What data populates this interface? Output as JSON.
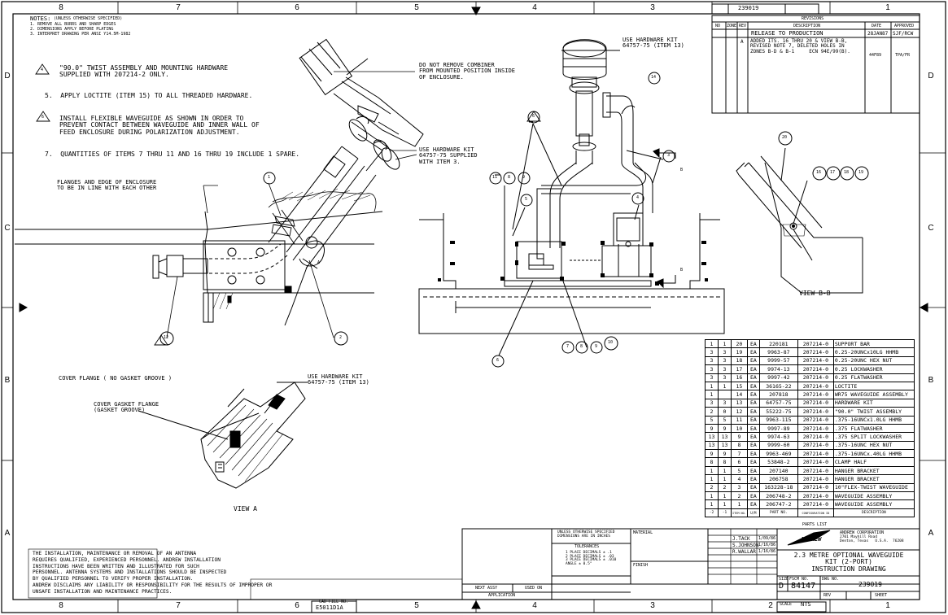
{
  "drawing_number": "239019",
  "zones_top": [
    "8",
    "7",
    "6",
    "5",
    "4",
    "3",
    "2",
    "1"
  ],
  "zones_side": [
    "D",
    "C",
    "B",
    "A"
  ],
  "notes": {
    "header": "NOTES:",
    "header_sub": "(UNLESS OTHERWISE SPECIFIED)",
    "std": [
      "1. REMOVE ALL BURRS AND SHARP EDGES",
      "2. DIMENSIONS APPLY BEFORE PLATING",
      "3. INTERPRET DRAWING PER ANSI Y14.5M-1982"
    ],
    "n4": "\"90.0\" TWIST ASSEMBLY AND MOUNTING HARDWARE\nSUPPLIED WITH 207214-2 ONLY.",
    "n4_num": "4",
    "n5": "5.  APPLY LOCTITE (ITEM 15) TO ALL THREADED HARDWARE.",
    "n6": "INSTALL FLEXIBLE WAVEGUIDE AS SHOWN IN ORDER TO\nPREVENT CONTACT BETWEEN WAVEGUIDE AND INNER WALL OF\nFEED ENCLOSURE DURING POLARIZATION ADJUSTMENT.",
    "n6_num": "6",
    "n7": "7.  QUANTITIES OF ITEMS 7 THRU 11 AND 16 THRU 19 INCLUDE 1 SPARE."
  },
  "callouts": {
    "combiner": "DO NOT REMOVE COMBINER\nFROM MOUNTED POSITION INSIDE\nOF ENCLOSURE.",
    "hw_kit_left": "USE HARDWARE KIT\n64757-75 SUPPLIED\nWITH ITEM 3.",
    "flanges": "FLANGES AND EDGE OF ENCLOSURE\nTO BE IN LINE WITH EACH OTHER",
    "hw_kit_top": "USE HARDWARE KIT\n64757-75 (ITEM 13)",
    "cover_flange": "COVER FLANGE ( NO GASKET GROOVE )",
    "hw_kit_viewa": "USE HARDWARE KIT\n64757-75 (ITEM 13)",
    "cover_gasket": "COVER GASKET FLANGE\n(GASKET GROOVE)",
    "view_a": "VIEW A",
    "view_bb": "VIEW B-B",
    "a_mark": "A",
    "b_mark": "B"
  },
  "balloons": [
    "1",
    "2",
    "3",
    "4",
    "5",
    "6",
    "7",
    "8",
    "9",
    "10",
    "11",
    "12",
    "14",
    "16",
    "17",
    "18",
    "19",
    "20"
  ],
  "revisions": {
    "title": "REVISIONS",
    "headers": [
      "NO",
      "ZONE",
      "REV",
      "DESCRIPTION",
      "DATE",
      "APPROVED"
    ],
    "rows": [
      {
        "rev": "",
        "desc": "RELEASE TO PRODUCTION",
        "date": "28JAN87",
        "appr": "SJF/RCW"
      },
      {
        "rev": "A",
        "desc": "ADDED ITS. 16 THRU 20 & VIEW B-B,\nREVISED NOTE 7, DELETED HOLES IN\nZONES B-D & B-1     ECN 94E/99(B).",
        "date": "44F89",
        "appr": "TPA/FR"
      }
    ]
  },
  "parts_list": {
    "title": "PARTS LIST",
    "header_cols": [
      "-2",
      "-1",
      "ITEM NO.",
      "U/M",
      "PART NO.",
      "CONFIGURATION ID",
      "DESCRIPTION"
    ],
    "rows": [
      [
        "1",
        "1",
        "20",
        "EA",
        "220181",
        "207214-0",
        "SUPPORT BAR"
      ],
      [
        "3",
        "3",
        "19",
        "EA",
        "9963-87",
        "207214-0",
        "0.25-20UNCx10LG HHMB"
      ],
      [
        "3",
        "3",
        "18",
        "EA",
        "9999-57",
        "207214-0",
        "0.25-20UNC HEX NUT"
      ],
      [
        "3",
        "3",
        "17",
        "EA",
        "9974-13",
        "207214-0",
        "0.25 LOCKWASHER"
      ],
      [
        "3",
        "3",
        "16",
        "EA",
        "9997-42",
        "207214-0",
        "0.25 FLATWASHER"
      ],
      [
        "1",
        "1",
        "15",
        "EA",
        "36165-22",
        "207214-0",
        "LOCTITE"
      ],
      [
        "1",
        "",
        "14",
        "EA",
        "207818",
        "207214-0",
        "WR75 WAVEGUIDE ASSEMBLY"
      ],
      [
        "3",
        "3",
        "13",
        "EA",
        "64757-75",
        "207214-0",
        "HARDWARE KIT"
      ],
      [
        "2",
        "0",
        "12",
        "EA",
        "55222-75",
        "207214-0",
        "\"90.0\" TWIST ASSEMBLY"
      ],
      [
        "5",
        "5",
        "11",
        "EA",
        "9963-115",
        "207214-0",
        ".375-16UNCx1.0LG HHMB"
      ],
      [
        "9",
        "9",
        "10",
        "EA",
        "9997-89",
        "207214-0",
        ".375 FLATWASHER"
      ],
      [
        "13",
        "13",
        "9",
        "EA",
        "9974-63",
        "207214-0",
        ".375 SPLIT LOCKWASHER"
      ],
      [
        "13",
        "13",
        "8",
        "EA",
        "9999-60",
        "207214-0",
        ".375-16UNC HEX NUT"
      ],
      [
        "9",
        "9",
        "7",
        "EA",
        "9963-469",
        "207214-0",
        ".375-16UNCx.40LG HHMB"
      ],
      [
        "8",
        "8",
        "6",
        "EA",
        "53848-2",
        "207214-0",
        "CLAMP HALF"
      ],
      [
        "1",
        "1",
        "5",
        "EA",
        "207140",
        "207214-0",
        "HANGER BRACKET"
      ],
      [
        "1",
        "1",
        "4",
        "EA",
        "206758",
        "207214-0",
        "HANGER BRACKET"
      ],
      [
        "2",
        "2",
        "3",
        "EA",
        "163228-18",
        "207214-0",
        "10\"FLEX-TWIST WAVEGUIDE"
      ],
      [
        "1",
        "1",
        "2",
        "EA",
        "206748-2",
        "207214-0",
        "WAVEGUIDE ASSEMBLY"
      ],
      [
        "1",
        "1",
        "1",
        "EA",
        "206747-2",
        "207214-0",
        "WAVEGUIDE ASSEMBLY"
      ]
    ]
  },
  "title_block": {
    "company": "ANDREW CORPORATION",
    "company_addr": "2701 Mayhill Road\nDenton, Texas   U.S.A.  76208",
    "logo_text": "ANDREW",
    "title": "2.3 METRE OPTIONAL WAVEGUIDE\nKIT (2-PORT)\nINSTRUCTION DRAWING",
    "size_label": "SIZE",
    "size": "D",
    "fscm_label": "FSCM NO.",
    "fscm": "84147",
    "dwg_no_label": "DWG NO.",
    "dwg_no": "239019",
    "rev_label": "REV",
    "scale_label": "SCALE",
    "scale": "NTS",
    "sheet_label": "SHEET",
    "signatures": "J.TACK\nS.JOHNSON\nR.WALLAR",
    "sig_dates": "1/09/86\n1/16/86\n1/16/86",
    "tolerances_head": "UNLESS OTHERWISE SPECIFIED\nDIMENSIONS ARE IN INCHES",
    "tolerances_title": "TOLERANCES",
    "tolerances": "1 PLACE DECIMALS ± .1\n2 PLACE DECIMALS ± .03\n3 PLACE DECIMALS ± .010\nANGLE ± 0.5°",
    "material_label": "MATERIAL",
    "finish_label": "FINISH",
    "next_assy": "NEXT ASSY",
    "used_on": "USED ON",
    "application": "APPLICATION",
    "cad_file_label": "CAD FILE NO.",
    "cad_file": "E5011D1A",
    "disclaimer": "THE INSTALLATION, MAINTENANCE OR REMOVAL OF AN ANTENNA\nREQUIRES QUALIFIED, EXPERIENCED PERSONNEL. ANDREW INSTALLATION\nINSTRUCTIONS HAVE BEEN WRITTEN AND ILLUSTRATED FOR SUCH\nPERSONNEL. ANTENNA SYSTEMS AND INSTALLATIONS SHOULD BE INSPECTED\nBY QUALIFIED PERSONNEL TO VERIFY PROPER INSTALLATION.\nANDREW DISCLAIMS ANY LIABILITY OR RESPONSIBILITY FOR THE RESULTS OF IMPROPER OR\nUNSAFE INSTALLATION AND MAINTENANCE PRACTICES."
  }
}
